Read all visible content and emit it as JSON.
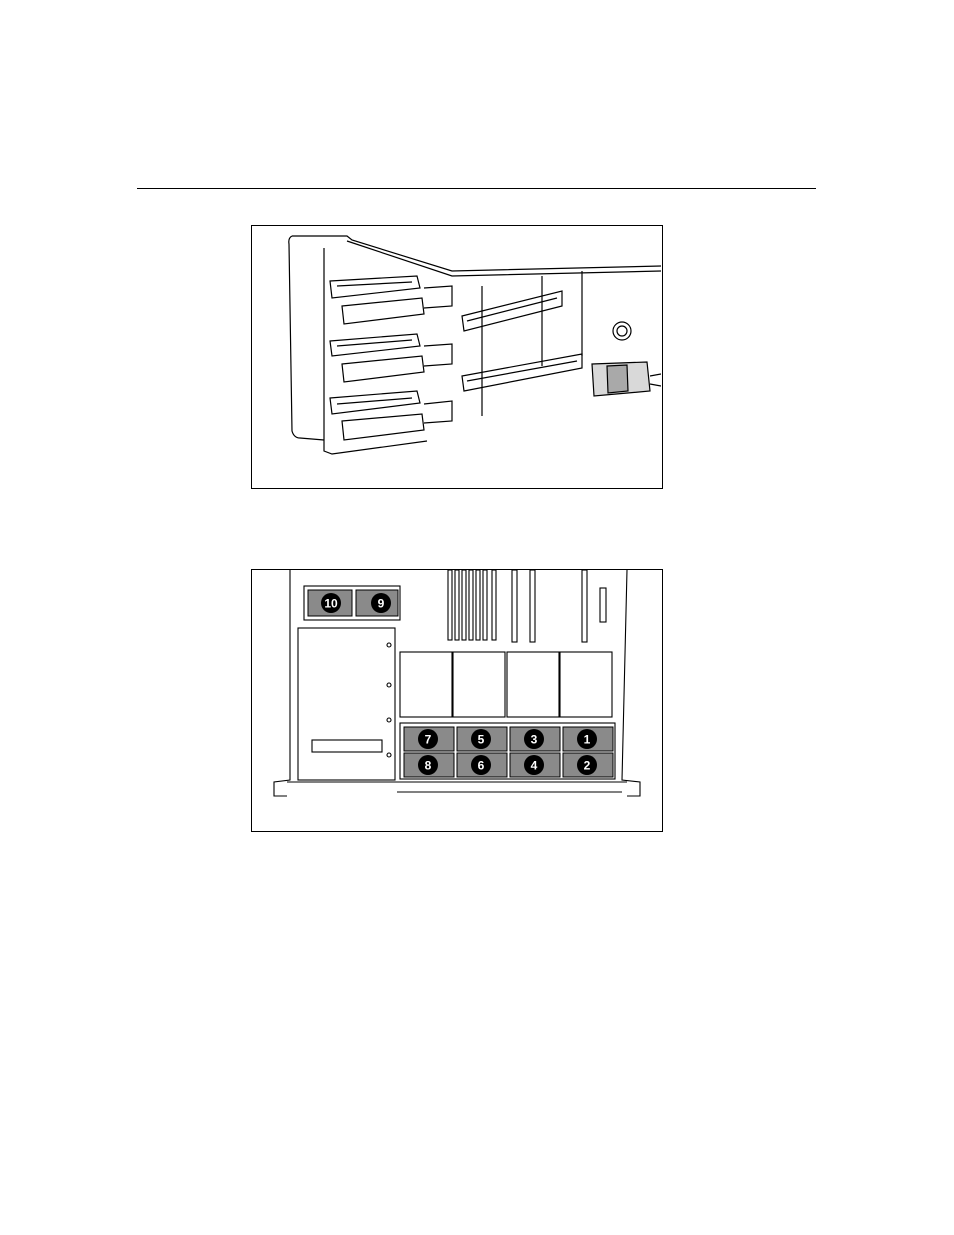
{
  "figures": [
    {
      "id": "pci-riser-cage"
    },
    {
      "id": "fan-bay-layout",
      "callouts": [
        "10",
        "9",
        "7",
        "5",
        "3",
        "1",
        "8",
        "6",
        "4",
        "2"
      ]
    }
  ],
  "colors": {
    "ink": "#000000",
    "fan_fill": "#8a8a8a",
    "paper": "#ffffff"
  }
}
